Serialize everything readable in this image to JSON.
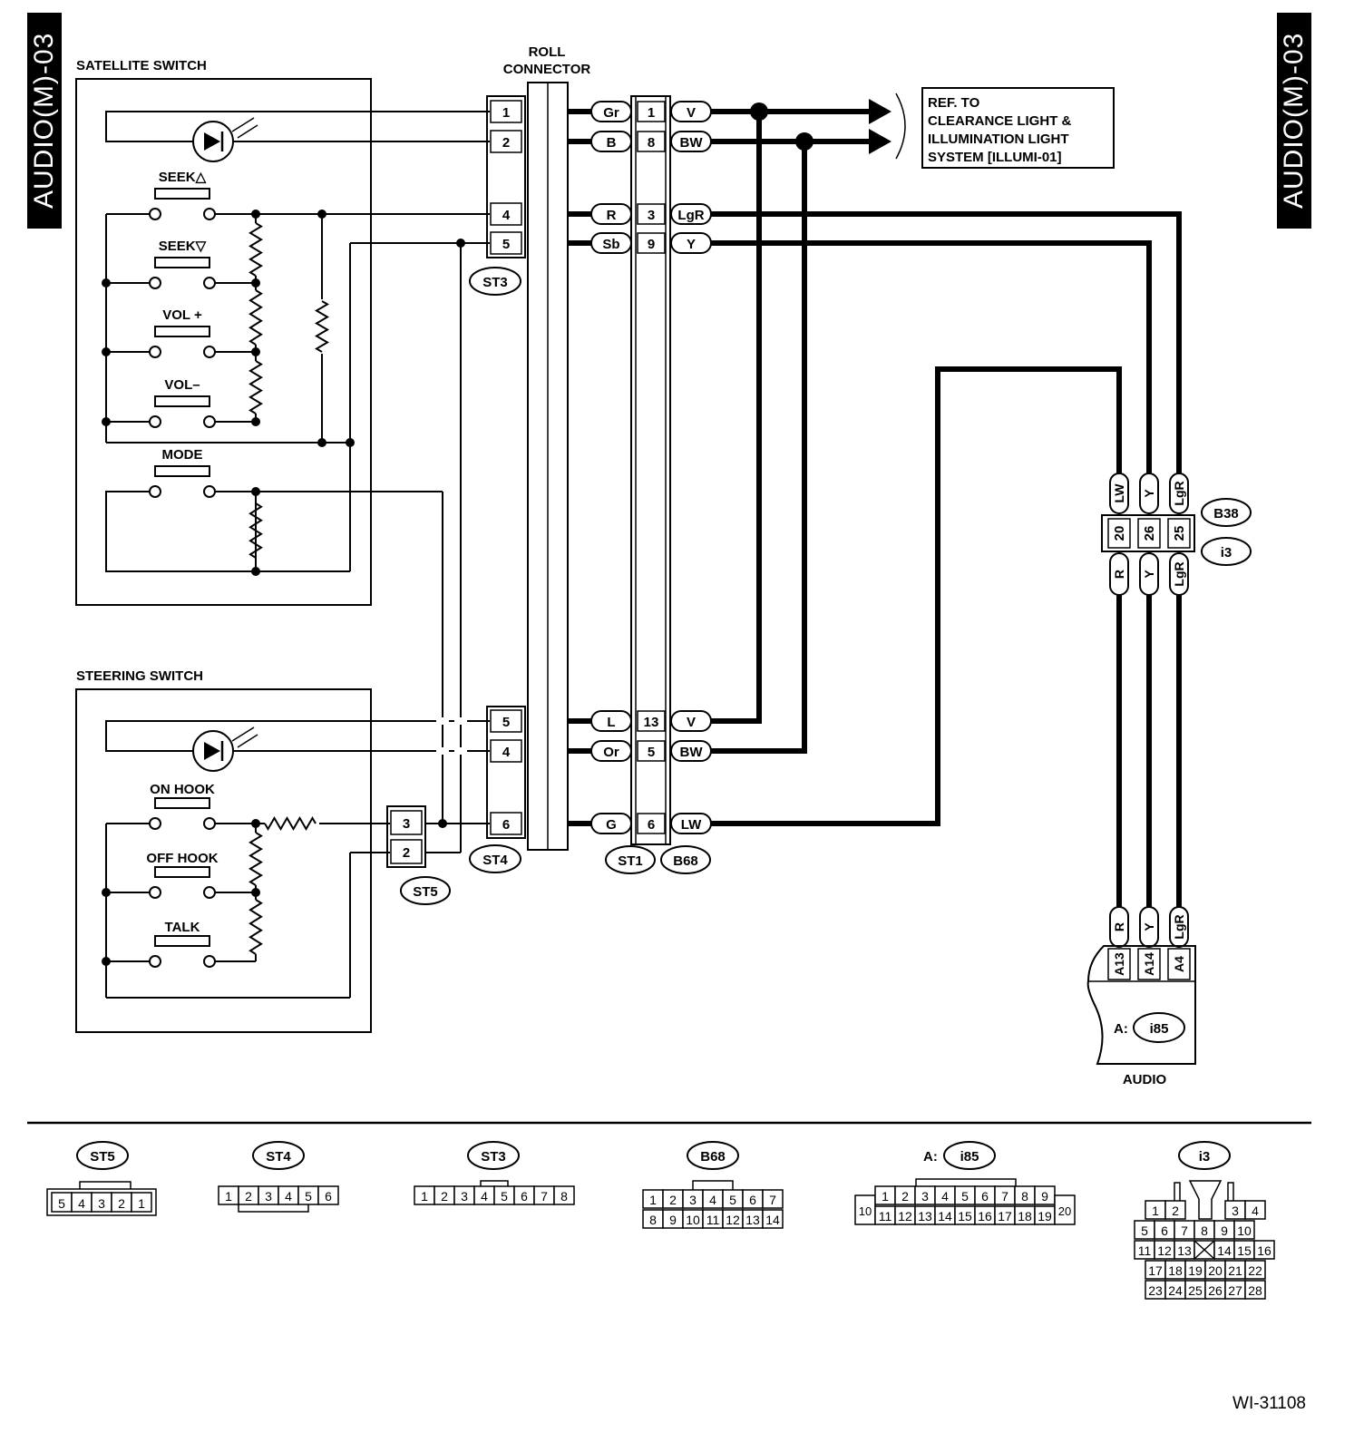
{
  "page_tag": "AUDIO(M)-03",
  "figure_id": "WI-31108",
  "satellite_switch": {
    "title": "SATELLITE SWITCH",
    "buttons": [
      "SEEK△",
      "SEEK▽",
      "VOL +",
      "VOL–",
      "MODE"
    ]
  },
  "steering_switch": {
    "title": "STEERING SWITCH",
    "buttons": [
      "ON HOOK",
      "OFF HOOK",
      "TALK"
    ]
  },
  "roll_connector": {
    "title_line1": "ROLL",
    "title_line2": "CONNECTOR"
  },
  "reference_box": [
    "REF. TO",
    "CLEARANCE LIGHT &",
    "ILLUMINATION LIGHT",
    "SYSTEM [ILLUMI-01]"
  ],
  "connector_labels": {
    "st3": "ST3",
    "st4": "ST4",
    "st5": "ST5",
    "st1": "ST1",
    "b68": "B68",
    "b38": "B38",
    "i3": "i3",
    "audio_prefix": "A:",
    "i85": "i85"
  },
  "st3_pins": [
    "1",
    "2",
    "4",
    "5"
  ],
  "st4_pins": [
    "5",
    "4",
    "6"
  ],
  "st5_pins": [
    "3",
    "2"
  ],
  "harness_rows_top": [
    {
      "left_color": "Gr",
      "pin": "1",
      "right_color": "V"
    },
    {
      "left_color": "B",
      "pin": "8",
      "right_color": "BW"
    },
    {
      "left_color": "R",
      "pin": "3",
      "right_color": "LgR"
    },
    {
      "left_color": "Sb",
      "pin": "9",
      "right_color": "Y"
    }
  ],
  "harness_rows_bottom": [
    {
      "left_color": "L",
      "pin": "13",
      "right_color": "V"
    },
    {
      "left_color": "Or",
      "pin": "5",
      "right_color": "BW"
    },
    {
      "left_color": "G",
      "pin": "6",
      "right_color": "LW"
    }
  ],
  "b38_top_colors": [
    "LW",
    "Y",
    "LgR"
  ],
  "b38_pins": [
    "20",
    "26",
    "25"
  ],
  "b38_bottom_colors": [
    "R",
    "Y",
    "LgR"
  ],
  "audio_colors": [
    "R",
    "Y",
    "LgR"
  ],
  "audio_pins": [
    "A13",
    "A14",
    "A4"
  ],
  "audio_label": "AUDIO",
  "legend": {
    "st5": {
      "label": "ST5",
      "pins": [
        "5",
        "4",
        "3",
        "2",
        "1"
      ]
    },
    "st4": {
      "label": "ST4",
      "pins": [
        "1",
        "2",
        "3",
        "4",
        "5",
        "6"
      ]
    },
    "st3": {
      "label": "ST3",
      "pins": [
        "1",
        "2",
        "3",
        "4",
        "5",
        "6",
        "7",
        "8"
      ]
    },
    "b68": {
      "label": "B68",
      "row1": [
        "1",
        "2",
        "3",
        "4",
        "5",
        "6",
        "7"
      ],
      "row2": [
        "8",
        "9",
        "10",
        "11",
        "12",
        "13",
        "14"
      ]
    },
    "i85": {
      "prefix": "A:",
      "label": "i85",
      "row1": [
        "1",
        "2",
        "3",
        "4",
        "5",
        "6",
        "7",
        "8",
        "9"
      ],
      "row2": [
        "11",
        "12",
        "13",
        "14",
        "15",
        "16",
        "17",
        "18",
        "19"
      ],
      "left": "10",
      "right": "20"
    },
    "i3": {
      "label": "i3",
      "rows": [
        [
          "1",
          "2",
          "",
          "3",
          "4"
        ],
        [
          "5",
          "6",
          "7",
          "8",
          "9",
          "10"
        ],
        [
          "11",
          "12",
          "13",
          "",
          "14",
          "15",
          "16"
        ],
        [
          "17",
          "18",
          "19",
          "20",
          "21",
          "22"
        ],
        [
          "23",
          "24",
          "25",
          "26",
          "27",
          "28"
        ]
      ]
    }
  }
}
